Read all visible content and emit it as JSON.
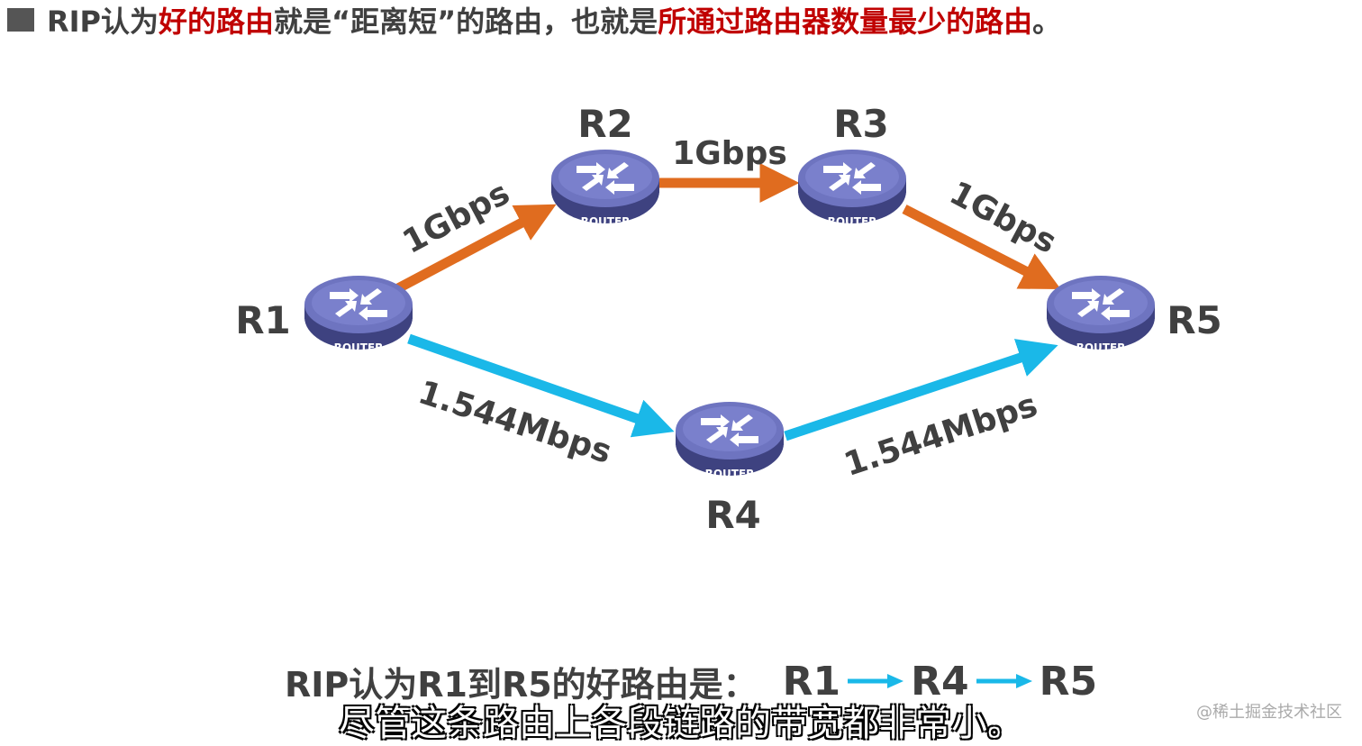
{
  "header": {
    "parts": [
      {
        "text": "RIP认为",
        "emphasis": false
      },
      {
        "text": "好的路由",
        "emphasis": true
      },
      {
        "text": "就是“距离短”的路由，也就是",
        "emphasis": false
      },
      {
        "text": "所通过路由器数量最少的路由",
        "emphasis": true
      },
      {
        "text": "。",
        "emphasis": false
      }
    ]
  },
  "routers": [
    {
      "id": "R1",
      "label": "R1",
      "device_text": "ROUTER"
    },
    {
      "id": "R2",
      "label": "R2",
      "device_text": "ROUTER"
    },
    {
      "id": "R3",
      "label": "R3",
      "device_text": "ROUTER"
    },
    {
      "id": "R4",
      "label": "R4",
      "device_text": "ROUTER"
    },
    {
      "id": "R5",
      "label": "R5",
      "device_text": "ROUTER"
    }
  ],
  "links": [
    {
      "from": "R1",
      "to": "R2",
      "bandwidth": "1Gbps",
      "color": "#e06c1f"
    },
    {
      "from": "R2",
      "to": "R3",
      "bandwidth": "1Gbps",
      "color": "#e06c1f"
    },
    {
      "from": "R3",
      "to": "R5",
      "bandwidth": "1Gbps",
      "color": "#e06c1f"
    },
    {
      "from": "R1",
      "to": "R4",
      "bandwidth": "1.544Mbps",
      "color": "#1ab8e8"
    },
    {
      "from": "R4",
      "to": "R5",
      "bandwidth": "1.544Mbps",
      "color": "#1ab8e8"
    }
  ],
  "summary": {
    "text": "RIP认为R1到R5的好路由是：",
    "path": [
      "R1",
      "R4",
      "R5"
    ],
    "arrow_color": "#1ab8e8"
  },
  "subtitle": "尽管这条路由上各段链路的带宽都非常小。",
  "watermark": "@稀土掘金技术社区",
  "colors": {
    "emphasis": "#c00000",
    "text": "#404040",
    "router_body": "#54589a",
    "router_top": "#6e74c0"
  }
}
